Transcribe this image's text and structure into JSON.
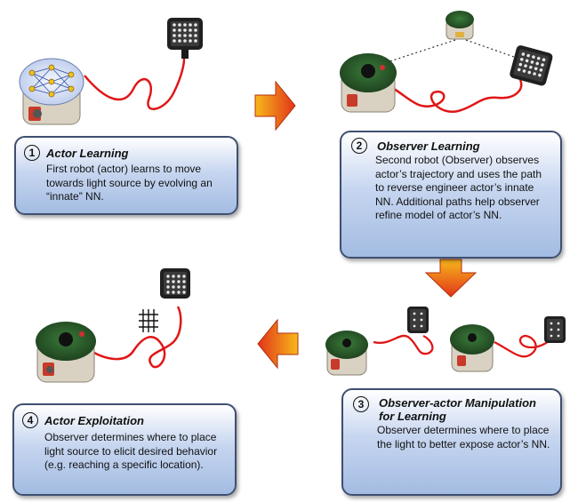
{
  "steps": [
    {
      "number": "1",
      "title": "Actor Learning",
      "body": "First robot (actor) learns to move towards light source by evolving an “innate” NN."
    },
    {
      "number": "2",
      "title": "Observer Learning",
      "body": "Second robot (Observer) observes actor’s trajectory and uses the path to reverse engineer actor’s innate NN. Additional paths help observer refine model of actor’s NN."
    },
    {
      "number": "3",
      "title": "Observer-actor Manipulation for Learning",
      "body": "Observer determines where to place the light to better expose actor’s NN."
    },
    {
      "number": "4",
      "title": "Actor Exploitation",
      "body": "Observer determines where to place light source to elicit desired behavior (e.g. reaching a specific location)."
    }
  ],
  "colors": {
    "box_border": "#3f4f72",
    "box_fill": "#a3bce2",
    "arrow_fill": "#f08a10",
    "arrow_dark": "#e03010",
    "cable": "#e01616",
    "robot_body": "#d9d2c2",
    "light_body": "#202020"
  },
  "icons": [
    "robot-icon",
    "led-light-icon",
    "neural-network-icon",
    "grid-target-icon",
    "flow-arrow-icon"
  ]
}
